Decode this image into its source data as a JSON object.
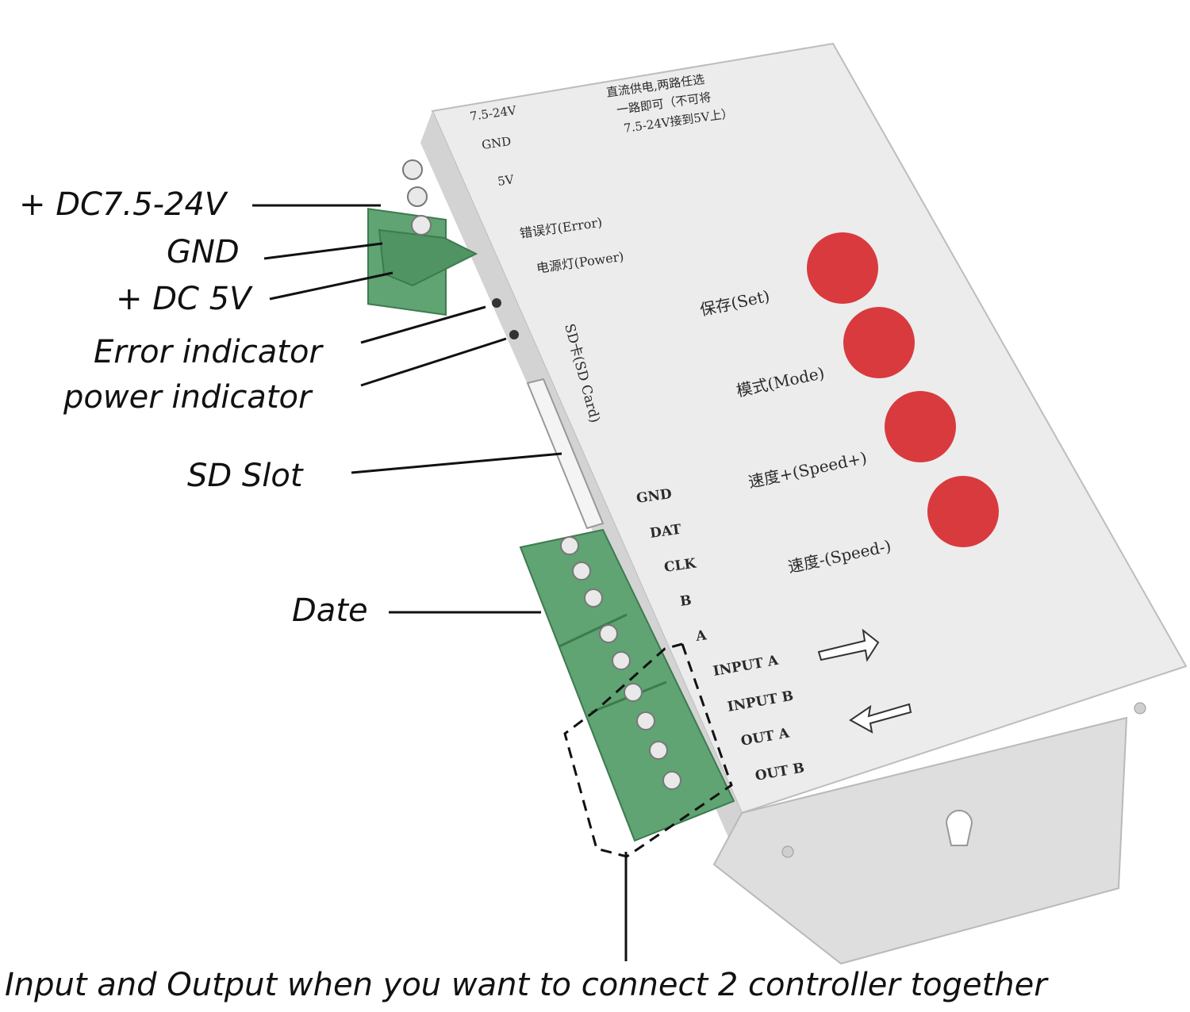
{
  "callouts": {
    "dc_main": "+ DC7.5-24V",
    "gnd": "GND",
    "dc_5v": "+ DC 5V",
    "error_indicator": "Error indicator",
    "power_indicator": "power indicator",
    "sd_slot": "SD Slot",
    "data": "Date",
    "io_note": "Input and Output when you want to connect 2 controller together"
  },
  "panel": {
    "voltage_in": "7.5-24V",
    "gnd": "GND",
    "v5": "5V",
    "supply_note_1": "直流供电,两路任选",
    "supply_note_2": "一路即可（不可将",
    "supply_note_3": "7.5-24V接到5V上）",
    "error_light": "错误灯(Error)",
    "power_light": "电源灯(Power)",
    "sd_card": "SD卡(SD Card)",
    "btn_set": "保存(Set)",
    "btn_mode": "模式(Mode)",
    "btn_speed_up": "速度+(Speed+)",
    "btn_speed_down": "速度-(Speed-)",
    "out_gnd": "GND",
    "out_dat": "DAT",
    "out_clk": "CLK",
    "out_b": "B",
    "out_a": "A",
    "input_a": "INPUT A",
    "input_b": "INPUT B",
    "out_a2": "OUT A",
    "out_b2": "OUT B"
  },
  "colors": {
    "housing": "#ececec",
    "housing_side": "#d3d3d3",
    "terminal_green": "#5fa472",
    "button_red": "#d83a3e",
    "line": "#111111"
  }
}
